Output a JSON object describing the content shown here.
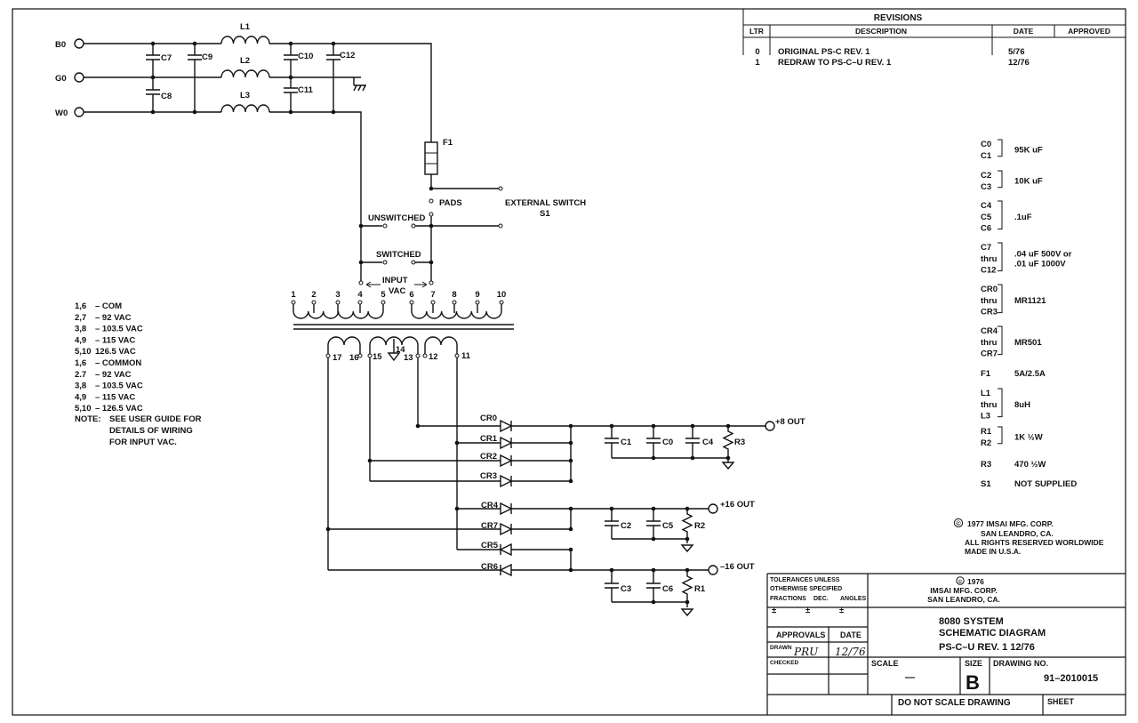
{
  "revisions": {
    "title": "REVISIONS",
    "headers": {
      "ltr": "LTR",
      "description": "DESCRIPTION",
      "date": "DATE",
      "approved": "APPROVED"
    },
    "rows": [
      {
        "ltr": "0",
        "description": "ORIGINAL PS-C REV. 1",
        "date": "5/76"
      },
      {
        "ltr": "1",
        "description": "REDRAW TO PS-C–U REV. 1",
        "date": "12/76"
      }
    ]
  },
  "inputs": {
    "b0": "B0",
    "g0": "G0",
    "w0": "W0"
  },
  "inductors": {
    "l1": "L1",
    "l2": "L2",
    "l3": "L3"
  },
  "filter_caps": {
    "c7": "C7",
    "c9": "C9",
    "c8": "C8",
    "c10": "C10",
    "c11": "C11",
    "c12": "C12"
  },
  "fuse": "F1",
  "switch_labels": {
    "pads": "PADS",
    "external_switch": "EXTERNAL SWITCH",
    "s1": "S1",
    "unswitched": "UNSWITCHED",
    "switched": "SWITCHED",
    "input": "INPUT",
    "vac": "VAC"
  },
  "primary_pins": [
    "1",
    "2",
    "3",
    "4",
    "5",
    "6",
    "7",
    "8",
    "9",
    "10"
  ],
  "secondary_pins": {
    "p17": "17",
    "p16": "16",
    "p15": "15",
    "p14": "14",
    "p13": "13",
    "p12": "12",
    "p11": "11"
  },
  "rectifiers": {
    "cr0": "CR0",
    "cr1": "CR1",
    "cr2": "CR2",
    "cr3": "CR3",
    "cr4": "CR4",
    "cr7": "CR7",
    "cr5": "CR5",
    "cr6": "CR6"
  },
  "output_caps": {
    "c1": "C1",
    "c0": "C0",
    "c4": "C4",
    "c2": "C2",
    "c5": "C5",
    "c3": "C3",
    "c6": "C6"
  },
  "resistors": {
    "r3": "R3",
    "r2": "R2",
    "r1": "R1"
  },
  "outputs": {
    "plus8": "+8 OUT",
    "plus16": "+16 OUT",
    "minus16": "–16 OUT"
  },
  "wiring_notes": {
    "lines": [
      {
        "pins": "1,6",
        "value": "– COM"
      },
      {
        "pins": "2,7",
        "value": "– 92 VAC"
      },
      {
        "pins": "3,8",
        "value": "– 103.5 VAC"
      },
      {
        "pins": "4,9",
        "value": "– 115 VAC"
      },
      {
        "pins": "5,10",
        "value": "126.5 VAC"
      },
      {
        "pins": "1,6",
        "value": "– COMMON"
      },
      {
        "pins": "2.7",
        "value": "– 92 VAC"
      },
      {
        "pins": "3,8",
        "value": "– 103.5 VAC"
      },
      {
        "pins": "4,9",
        "value": "– 115 VAC"
      },
      {
        "pins": "5,10",
        "value": "– 126.5 VAC"
      }
    ],
    "note_label": "NOTE:",
    "note": [
      "SEE USER GUIDE FOR",
      "DETAILS OF WIRING",
      "FOR INPUT VAC."
    ]
  },
  "parts_list": [
    {
      "refs": [
        "C0",
        "C1"
      ],
      "value": "95K uF"
    },
    {
      "refs": [
        "C2",
        "C3"
      ],
      "value": "10K uF"
    },
    {
      "refs": [
        "C4",
        "C5",
        "C6"
      ],
      "value": ".1uF"
    },
    {
      "refs": [
        "C7",
        "thru",
        "C12"
      ],
      "value": [
        ".04 uF 500V or",
        ".01 uF 1000V"
      ]
    },
    {
      "refs": [
        "CR0",
        "thru",
        "CR3"
      ],
      "value": "MR1121"
    },
    {
      "refs": [
        "CR4",
        "thru",
        "CR7"
      ],
      "value": "MR501"
    },
    {
      "refs": [
        "F1"
      ],
      "value": "5A/2.5A"
    },
    {
      "refs": [
        "L1",
        "thru",
        "L3"
      ],
      "value": "8uH"
    },
    {
      "refs": [
        "R1",
        "R2"
      ],
      "value": "1K ½W"
    },
    {
      "refs": [
        "R3"
      ],
      "value": "470 ½W"
    },
    {
      "refs": [
        "S1"
      ],
      "value": "NOT SUPPLIED"
    }
  ],
  "copyright_notice": {
    "symbol": "©",
    "lines": [
      "1977  IMSAI MFG. CORP.",
      "SAN LEANDRO, CA.",
      "ALL RIGHTS RESERVED WORLDWIDE",
      "MADE IN U.S.A."
    ]
  },
  "title_block": {
    "tolerances": [
      "TOLERANCES UNLESS",
      "OTHERWISE SPECIFIED"
    ],
    "fractions": "FRACTIONS",
    "dec": "DEC.",
    "angles": "ANGLES",
    "pm": "±",
    "company": [
      "1976",
      "IMSAI MFG. CORP.",
      "SAN LEANDRO, CA."
    ],
    "copyright_symbol": "©",
    "title": [
      "8080 SYSTEM",
      "SCHEMATIC DIAGRAM",
      "PS-C–U REV. 1 12/76"
    ],
    "approvals": "APPROVALS",
    "date_label": "DATE",
    "drawn_label": "DRAWN",
    "drawn_by": "PRU",
    "drawn_date": "12/76",
    "checked_label": "CHECKED",
    "scale_label": "SCALE",
    "scale_value": "—",
    "size_label": "SIZE",
    "size_value": "B",
    "drawing_no_label": "DRAWING NO.",
    "drawing_no": "91–2010015",
    "do_not_scale": "DO NOT SCALE DRAWING",
    "sheet_label": "SHEET"
  }
}
